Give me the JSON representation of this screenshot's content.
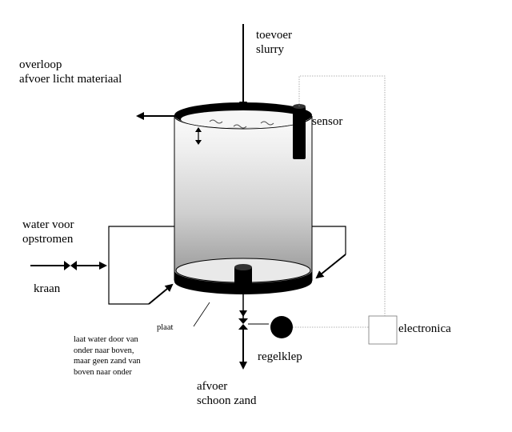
{
  "labels": {
    "toevoer": "toevoer\nslurry",
    "overloop": "overloop\nafvoer licht materiaal",
    "sensor": "sensor",
    "water": "water voor\nopstromen",
    "kraan": "kraan",
    "plaat": "plaat",
    "plaat_note": "laat water door van\nonder naar boven,\nmaar geen zand van\nboven naar onder",
    "regelklep": "regelklep",
    "electronica": "electronica",
    "afvoer": "afvoer\nschoon zand"
  },
  "colors": {
    "line": "#000000",
    "dotted": "#9a9a9a",
    "tank_dark": "#8a8a8a",
    "tank_light": "#f4f4f4",
    "plate": "#e6e6e6"
  },
  "icons": {
    "surface_waves": "wave-glyphs",
    "level_indicator": "double-arrow-icon",
    "valve": "bowtie-valve-icon"
  }
}
